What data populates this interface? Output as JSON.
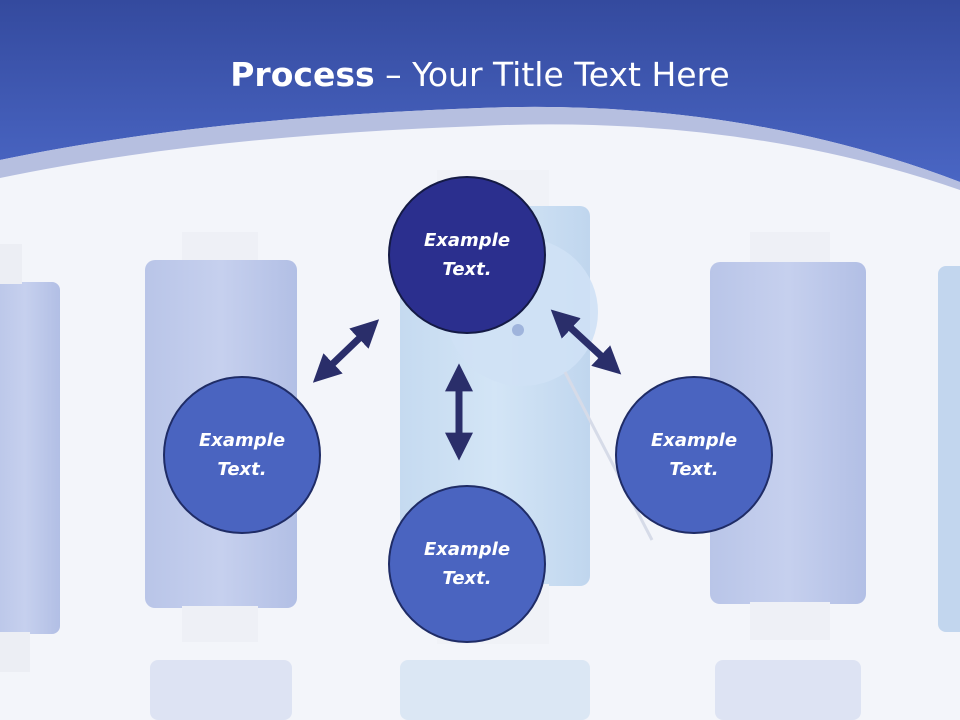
{
  "slide": {
    "title_bold": "Process",
    "title_rest": " – Your Title Text Here"
  },
  "nodes": [
    {
      "line1": "Example",
      "line2": "Text."
    },
    {
      "line1": "Example",
      "line2": "Text."
    },
    {
      "line1": "Example",
      "line2": "Text."
    },
    {
      "line1": "Example",
      "line2": "Text."
    }
  ],
  "colors": {
    "header_blue": "#3f59b6",
    "node_dark": "#2b2f8e",
    "node_light": "#4a64c0",
    "arrow": "#2a2e6a"
  }
}
